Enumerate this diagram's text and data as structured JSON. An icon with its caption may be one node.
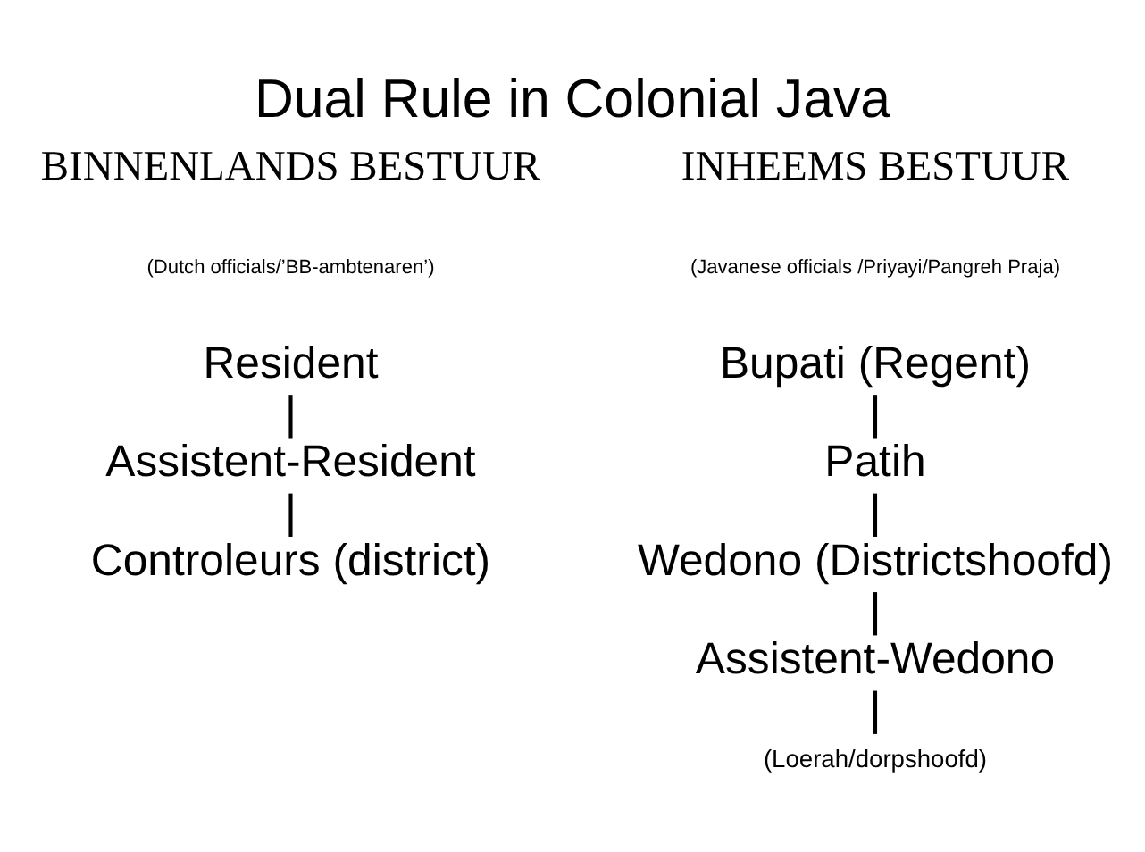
{
  "diagram": {
    "title": "Dual Rule in Colonial Java",
    "nodes": [
      {
        "text": [
          "Resident"
        ]
      },
      {
        "text": [
          "Assistent-Resident"
        ]
      },
      {
        "text": [
          "Controleurs (district)"
        ]
      },
      {
        "text": [
          "Bupati (Regent)"
        ]
      },
      {
        "text": [
          "Patih"
        ]
      },
      {
        "text": [
          "Wedono (Districtshoofd)"
        ]
      },
      {
        "text": [
          "Assistent-Wedono"
        ]
      },
      {
        "text": [
          "(Loerah/dorpshoofd)"
        ]
      }
    ],
    "edges": [
      {
        "from": 0,
        "to": 1,
        "arrow": "none"
      },
      {
        "from": 1,
        "to": 2,
        "arrow": "none"
      },
      {
        "from": 3,
        "to": 4,
        "arrow": "none"
      },
      {
        "from": 4,
        "to": 5,
        "arrow": "none"
      },
      {
        "from": 5,
        "to": 6,
        "arrow": "none"
      },
      {
        "from": 6,
        "to": 7,
        "arrow": "none"
      }
    ],
    "labels": [
      "BINNENLANDS BESTUUR",
      "(Dutch officials/’BB-ambtenaren’)",
      "INHEEMS BESTUUR",
      "(Javanese officials /Priyayi/Pangreh Praja)"
    ]
  }
}
